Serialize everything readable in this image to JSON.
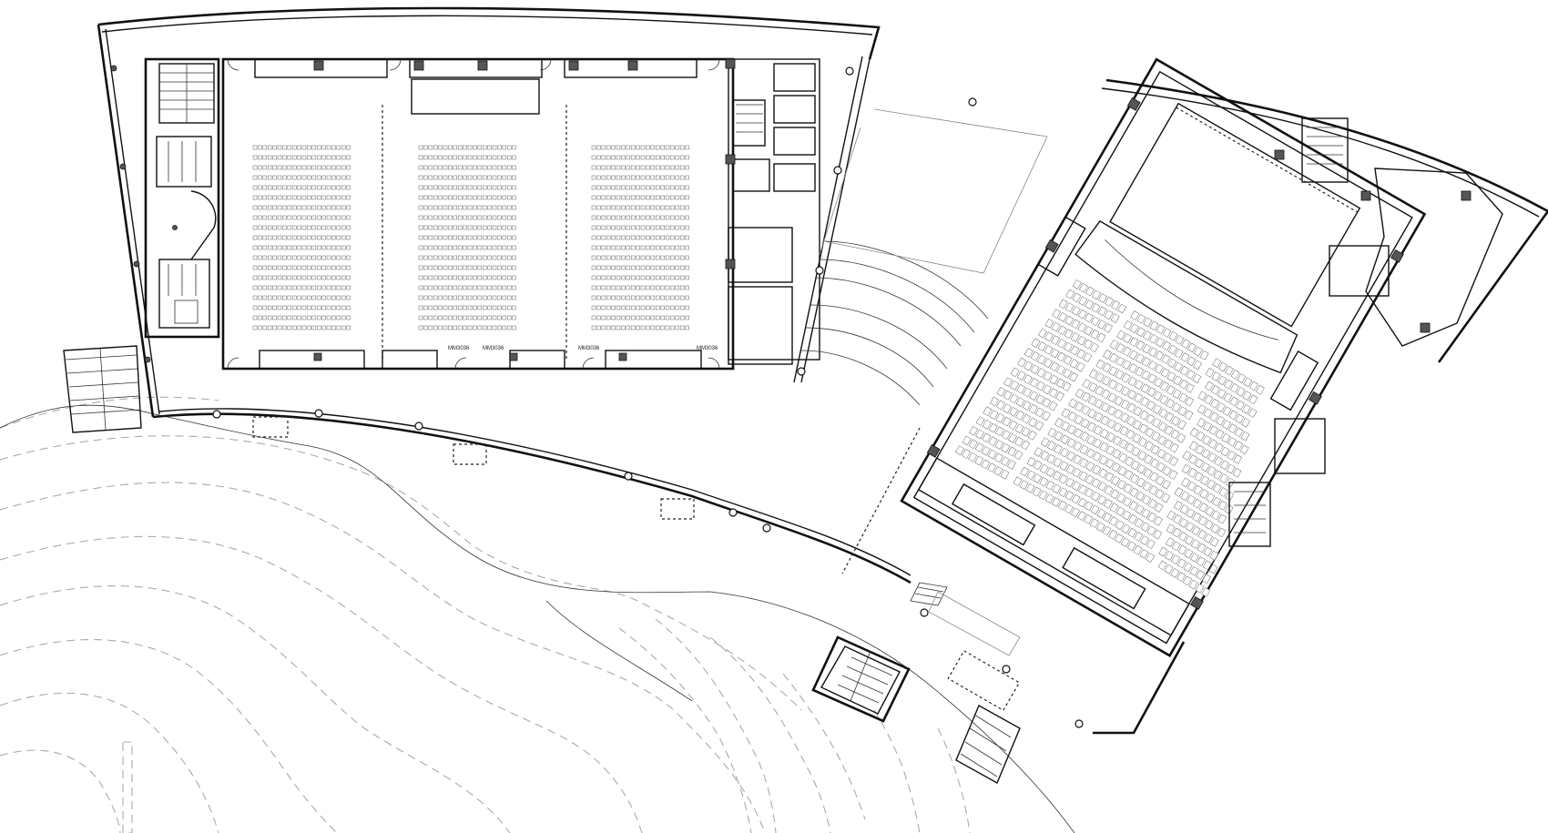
{
  "drawing": {
    "type": "architectural floor plan",
    "elements": {
      "hall_labels": [
        "MM3036",
        "MM3036",
        "MM3036",
        "MM3036"
      ]
    }
  }
}
